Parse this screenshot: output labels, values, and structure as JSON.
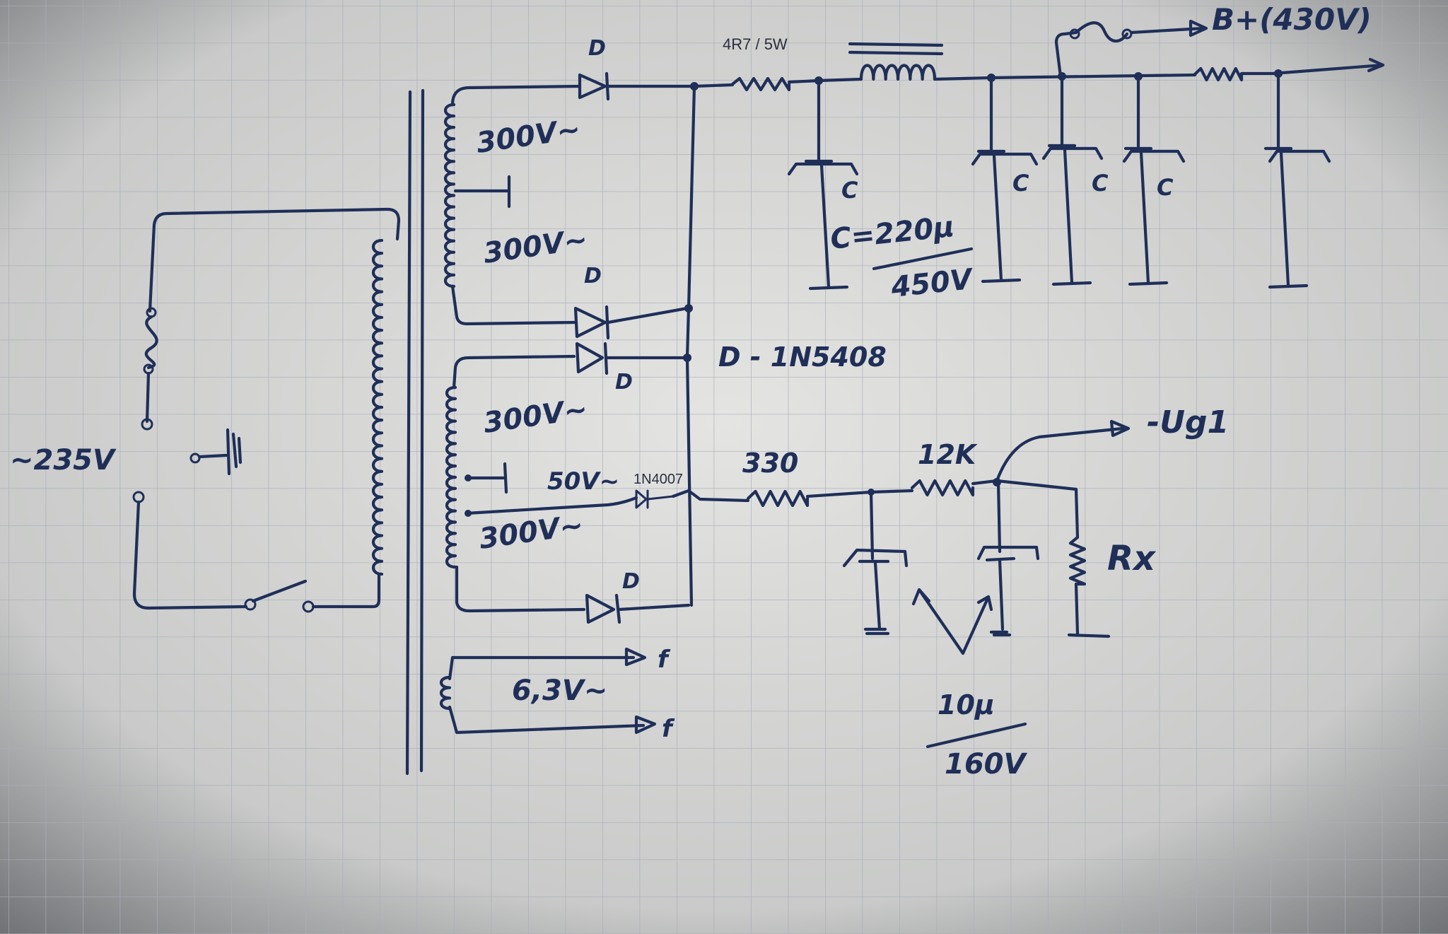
{
  "colors": {
    "ink": "#1f2f58",
    "paper": "#d9d9d7",
    "grid": "#a9aeb8"
  },
  "labels": {
    "mains": "~235V",
    "sec1_top": "300V~",
    "sec1_bottom": "300V~",
    "sec2_top": "300V~",
    "sec2_tap": "50V~",
    "sec2_bottom": "300V~",
    "heater": "6,3V~",
    "heater_f1": "f",
    "heater_f2": "f",
    "d1": "D",
    "d2": "D",
    "d3": "D",
    "d4": "D",
    "diode_note": "D - 1N5408",
    "diode_small": "1N4007",
    "res_main": "4R7 / 5W",
    "cap_c1": "C",
    "cap_c2": "C",
    "cap_c3": "C",
    "cap_c4": "C",
    "cap_value_top": "C=220µ",
    "cap_value_bottom": "450V",
    "bplus": "B+(430V)",
    "res_330": "330",
    "res_12k": "12K",
    "ug1": "-Ug1",
    "rx": "Rx",
    "small_cap_top": "10µ",
    "small_cap_bottom": "160V"
  }
}
